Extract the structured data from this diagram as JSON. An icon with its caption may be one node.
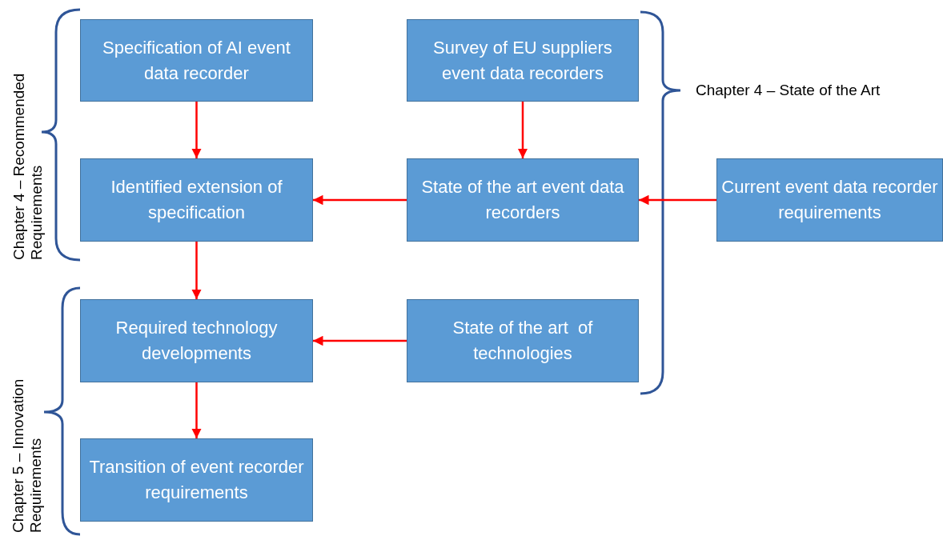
{
  "diagram": {
    "nodes": [
      {
        "text": [
          "Specification of AI event data recorder"
        ]
      },
      {
        "text": [
          "Survey of EU suppliers event data recorders"
        ]
      },
      {
        "text": [
          "Identified extension of specification"
        ]
      },
      {
        "text": [
          "State of the art event data recorders"
        ]
      },
      {
        "text": [
          "Current event data recorder requirements"
        ]
      },
      {
        "text": [
          "Required technology developments"
        ]
      },
      {
        "text": [
          "State of the art  of technologies"
        ]
      },
      {
        "text": [
          "Transition of event recorder requirements"
        ]
      }
    ],
    "edges": [
      {
        "from": 0,
        "to": 2,
        "arrow": "to"
      },
      {
        "from": 1,
        "to": 3,
        "arrow": "to"
      },
      {
        "from": 3,
        "to": 2,
        "arrow": "to"
      },
      {
        "from": 4,
        "to": 3,
        "arrow": "to"
      },
      {
        "from": 2,
        "to": 5,
        "arrow": "to"
      },
      {
        "from": 6,
        "to": 5,
        "arrow": "to"
      },
      {
        "from": 5,
        "to": 7,
        "arrow": "to"
      }
    ],
    "labels": [
      "Chapter 4 – Recommended Requirements",
      "Chapter 4 – State of the Art",
      "Chapter 5 – Innovation Requirements"
    ]
  }
}
